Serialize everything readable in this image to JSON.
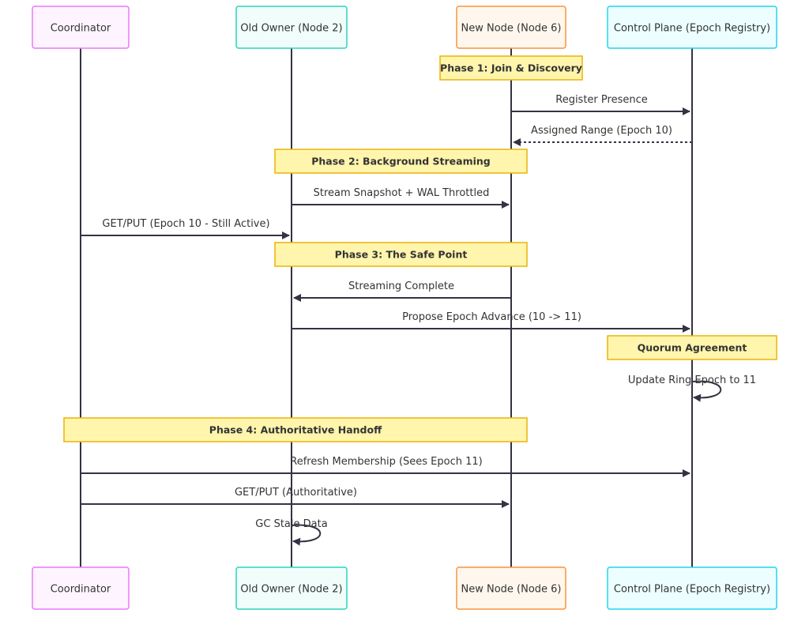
{
  "actors": [
    {
      "id": "coordinator",
      "label": "Coordinator",
      "fill": "#fdf4ff",
      "stroke": "#e879f9"
    },
    {
      "id": "old-owner",
      "label": "Old Owner (Node 2)",
      "fill": "#f0fdfa",
      "stroke": "#2dd4bf"
    },
    {
      "id": "new-node",
      "label": "New Node (Node 6)",
      "fill": "#fff7ed",
      "stroke": "#fb923c"
    },
    {
      "id": "control-plane",
      "label": "Control Plane (Epoch Registry)",
      "fill": "#ecfeff",
      "stroke": "#22d3ee"
    }
  ],
  "notes": [
    {
      "label": "Phase 1: Join & Discovery",
      "over": [
        "new-node"
      ]
    },
    {
      "label": "Phase 2: Background Streaming",
      "over": [
        "old-owner",
        "new-node"
      ]
    },
    {
      "label": "Phase 3: The Safe Point",
      "over": [
        "old-owner",
        "new-node"
      ]
    },
    {
      "label": "Quorum Agreement",
      "over": [
        "control-plane"
      ]
    },
    {
      "label": "Phase 4: Authoritative Handoff",
      "over": [
        "coordinator",
        "new-node"
      ]
    }
  ],
  "messages": [
    {
      "label": "Register Presence",
      "from": "new-node",
      "to": "control-plane",
      "style": "solid"
    },
    {
      "label": "Assigned Range (Epoch 10)",
      "from": "control-plane",
      "to": "new-node",
      "style": "dotted"
    },
    {
      "label": "Stream Snapshot + WAL Throttled",
      "from": "old-owner",
      "to": "new-node",
      "style": "solid"
    },
    {
      "label": "GET/PUT (Epoch 10 - Still Active)",
      "from": "coordinator",
      "to": "old-owner",
      "style": "solid"
    },
    {
      "label": "Streaming Complete",
      "from": "new-node",
      "to": "old-owner",
      "style": "solid"
    },
    {
      "label": "Propose Epoch Advance (10 -> 11)",
      "from": "old-owner",
      "to": "control-plane",
      "style": "solid"
    },
    {
      "label": "Update Ring Epoch to 11",
      "from": "control-plane",
      "to": "control-plane",
      "style": "self"
    },
    {
      "label": "Refresh Membership (Sees Epoch 11)",
      "from": "coordinator",
      "to": "control-plane",
      "style": "solid"
    },
    {
      "label": "GET/PUT (Authoritative)",
      "from": "coordinator",
      "to": "new-node",
      "style": "solid"
    },
    {
      "label": "GC Stale Data",
      "from": "old-owner",
      "to": "old-owner",
      "style": "self"
    }
  ],
  "colors": {
    "line": "#333344",
    "note_fill": "#fff5ad",
    "note_stroke": "#eab308"
  }
}
